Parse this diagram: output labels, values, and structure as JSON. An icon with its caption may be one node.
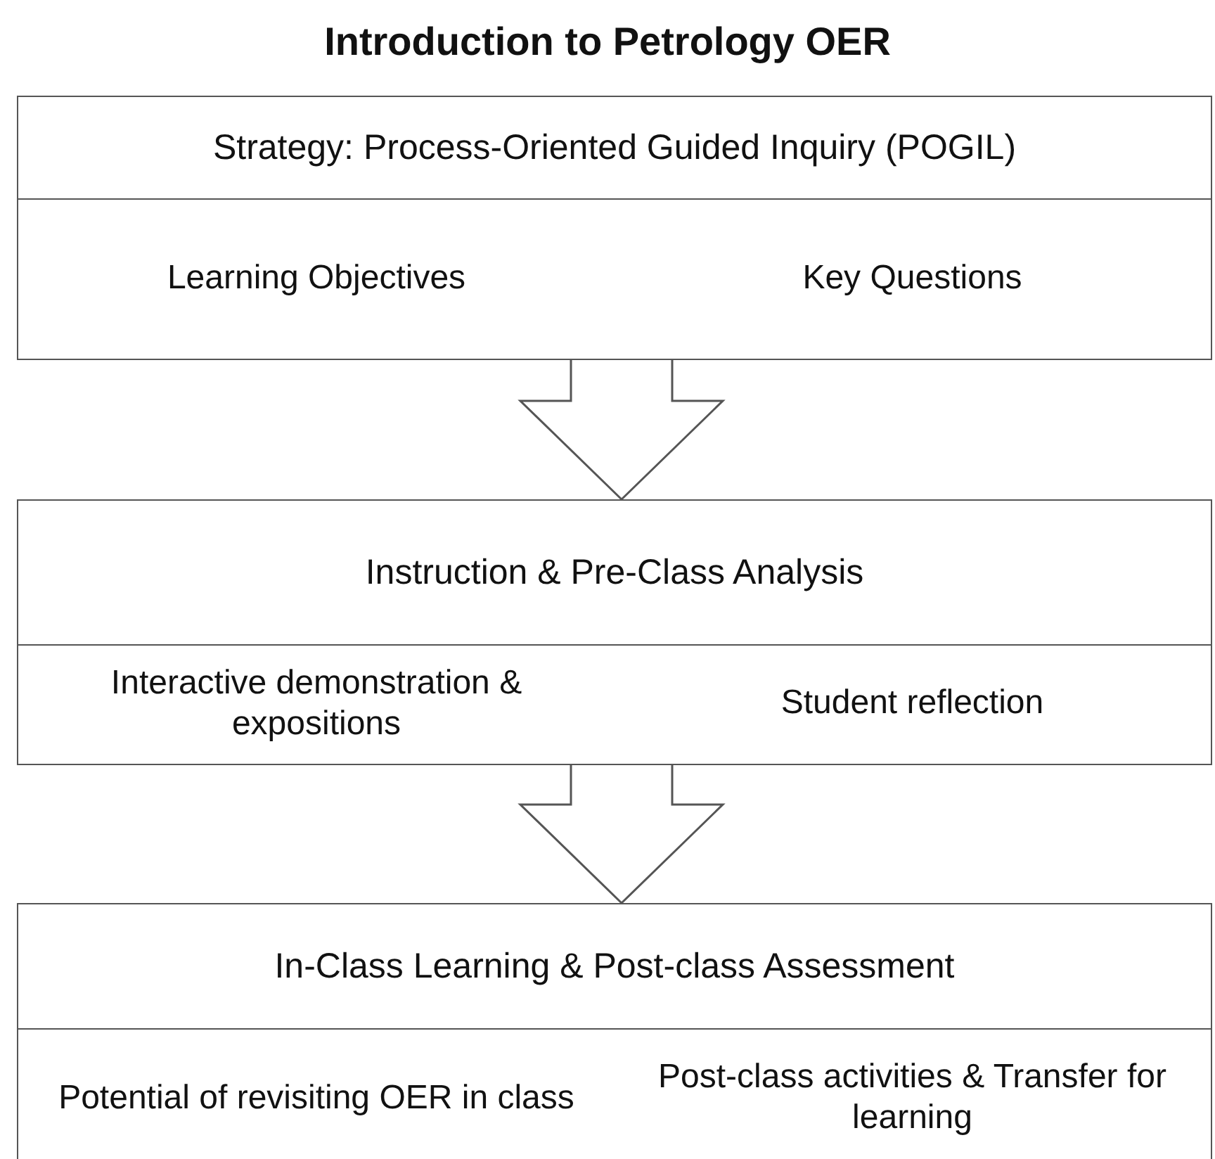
{
  "diagram": {
    "title": "Introduction to Petrology OER",
    "nodes": [
      {
        "text": [
          "Strategy: Process-Oriented Guided Inquiry (POGIL)"
        ]
      },
      {
        "text": [
          "Learning Objectives"
        ],
        "in": 0
      },
      {
        "text": [
          "Key Questions"
        ],
        "in": 0
      },
      {
        "text": [
          "Instruction & Pre-Class Analysis"
        ]
      },
      {
        "text": [
          "Interactive demonstration & expositions"
        ],
        "in": 3
      },
      {
        "text": [
          "Student reflection"
        ],
        "in": 3
      },
      {
        "text": [
          "In-Class Learning & Post-class Assessment"
        ]
      },
      {
        "text": [
          "Potential of revisiting OER in class"
        ],
        "in": 6
      },
      {
        "text": [
          "Post-class activities & Transfer for learning"
        ],
        "in": 6
      }
    ],
    "edges": [
      {
        "from": 0,
        "to": 3,
        "arrow": "to"
      },
      {
        "from": 3,
        "to": 6,
        "arrow": "to"
      }
    ]
  }
}
